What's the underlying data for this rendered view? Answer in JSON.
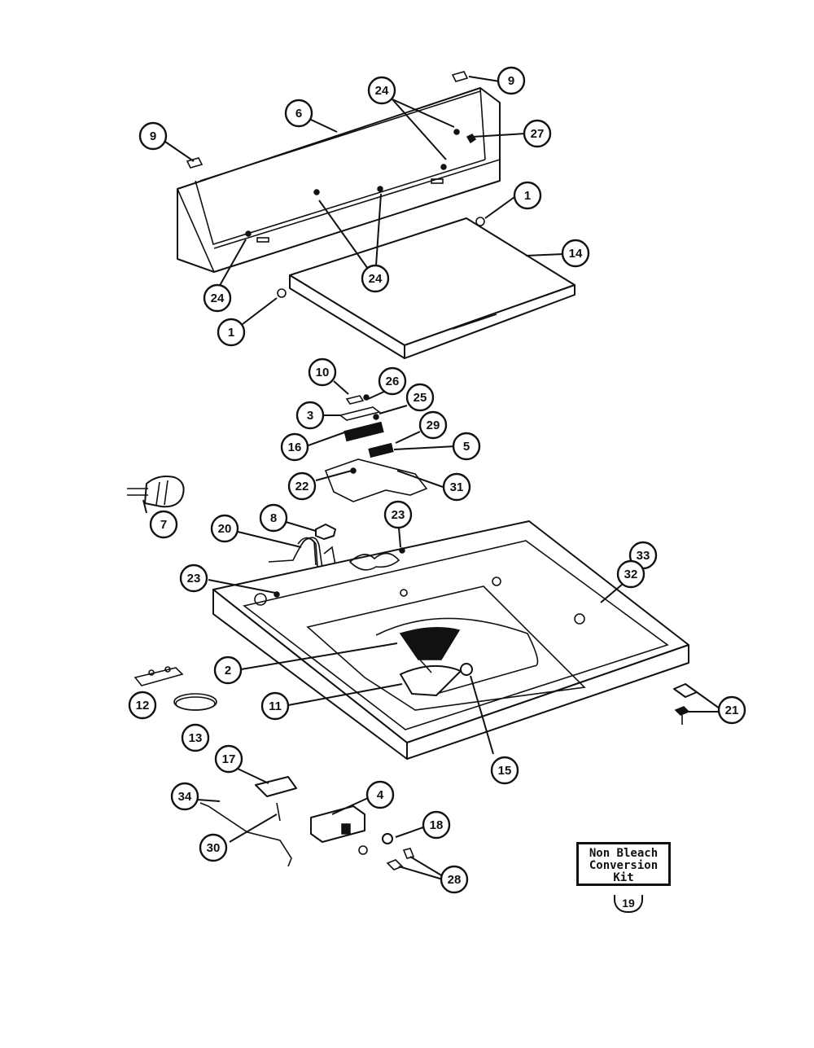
{
  "callouts": [
    {
      "label": "9"
    },
    {
      "label": "24"
    },
    {
      "label": "27"
    },
    {
      "label": "6"
    },
    {
      "label": "9"
    },
    {
      "label": "1"
    },
    {
      "label": "14"
    },
    {
      "label": "24"
    },
    {
      "label": "24"
    },
    {
      "label": "1"
    },
    {
      "label": "10"
    },
    {
      "label": "26"
    },
    {
      "label": "25"
    },
    {
      "label": "3"
    },
    {
      "label": "29"
    },
    {
      "label": "16"
    },
    {
      "label": "5"
    },
    {
      "label": "22"
    },
    {
      "label": "31"
    },
    {
      "label": "7"
    },
    {
      "label": "8"
    },
    {
      "label": "23"
    },
    {
      "label": "20"
    },
    {
      "label": "33"
    },
    {
      "label": "32"
    },
    {
      "label": "23"
    },
    {
      "label": "2"
    },
    {
      "label": "11"
    },
    {
      "label": "12"
    },
    {
      "label": "13"
    },
    {
      "label": "21"
    },
    {
      "label": "15"
    },
    {
      "label": "17"
    },
    {
      "label": "4"
    },
    {
      "label": "34"
    },
    {
      "label": "18"
    },
    {
      "label": "30"
    },
    {
      "label": "28"
    }
  ],
  "kit": {
    "lines": [
      "Non Bleach",
      "Conversion",
      "Kit"
    ],
    "ref": "19"
  }
}
